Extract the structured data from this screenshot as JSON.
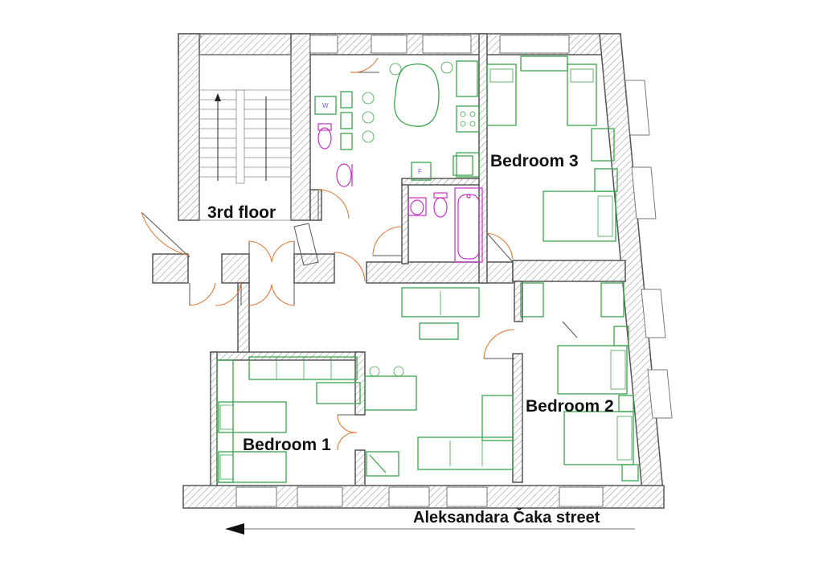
{
  "rooms": {
    "bedroom1": "Bedroom 1",
    "bedroom2": "Bedroom 2",
    "bedroom3": "Bedroom 3"
  },
  "stair_label": "3rd floor",
  "street_label": "Aleksandara Čaka street",
  "appliance_labels": {
    "washer": "W",
    "fridge": "F"
  },
  "colors": {
    "walls": "#555555",
    "furniture": "#3aa64a",
    "sanitary": "#c433c4",
    "doors": "#e07a3a",
    "text": "#111111"
  }
}
